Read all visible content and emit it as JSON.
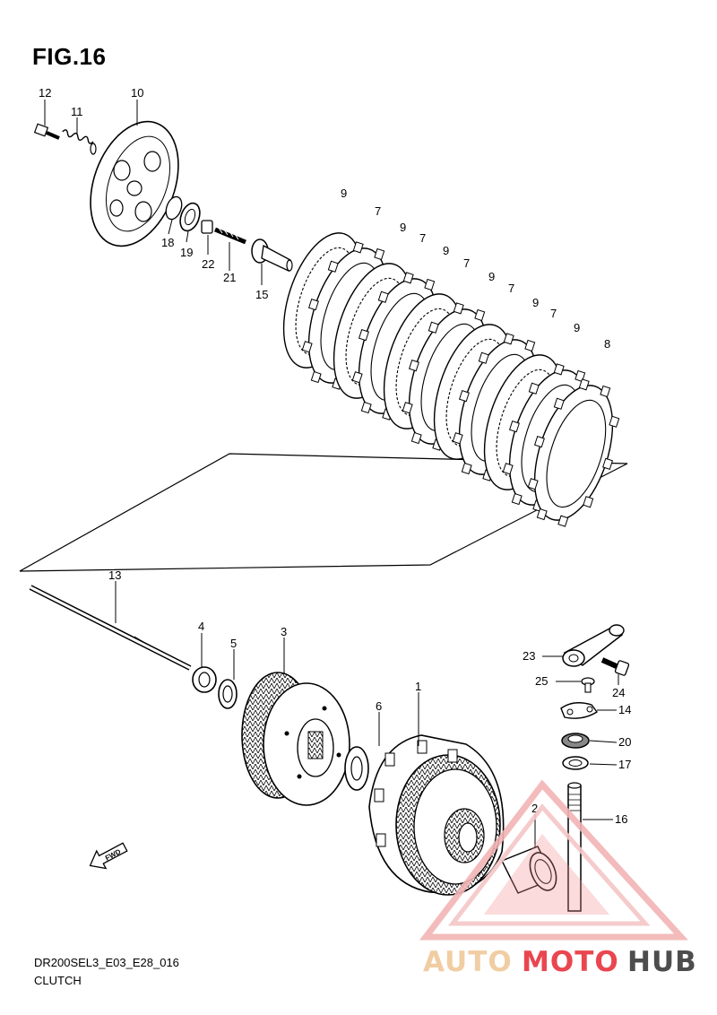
{
  "figure": {
    "title": "FIG.16",
    "code": "DR200SEL3_E03_E28_016",
    "name": "CLUTCH"
  },
  "callouts": {
    "c1": "1",
    "c2": "2",
    "c3": "3",
    "c4": "4",
    "c5": "5",
    "c6": "6",
    "c7a": "7",
    "c7b": "7",
    "c7c": "7",
    "c7d": "7",
    "c7e": "7",
    "c8": "8",
    "c9a": "9",
    "c9b": "9",
    "c9c": "9",
    "c9d": "9",
    "c9e": "9",
    "c9f": "9",
    "c10": "10",
    "c11": "11",
    "c12": "12",
    "c13": "13",
    "c14": "14",
    "c15": "15",
    "c16": "16",
    "c17": "17",
    "c18": "18",
    "c19": "19",
    "c20": "20",
    "c21": "21",
    "c22": "22",
    "c23": "23",
    "c24": "24",
    "c25": "25"
  },
  "fwd_label": "FWD",
  "watermark": {
    "part1": "AUTO",
    "part2": "MOTO",
    "part3": "HUB",
    "color_light": "#f0c89a",
    "color_red": "#e8323c",
    "color_dark": "#3a3a3a"
  }
}
